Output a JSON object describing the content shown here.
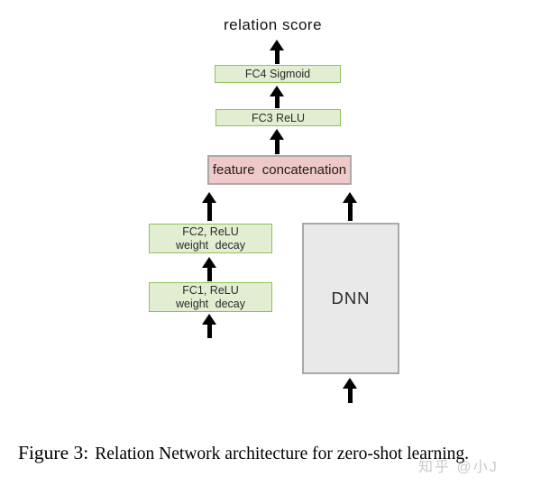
{
  "figure": {
    "output_label": "relation score",
    "boxes": {
      "fc4": {
        "label": "FC4 Sigmoid"
      },
      "fc3": {
        "label": "FC3 ReLU"
      },
      "concat": {
        "label": "feature concatenation"
      },
      "fc2": {
        "line1": "FC2, ReLU",
        "line2": "weight decay"
      },
      "fc1": {
        "line1": "FC1, ReLU",
        "line2": "weight decay"
      },
      "dnn": {
        "label": "DNN"
      }
    },
    "colors": {
      "green_box_fill": "#e2eed2",
      "green_box_border": "#8fc05c",
      "pink_box_fill": "#efc9c8",
      "gray_box_fill": "#e9e9e9",
      "gray_border": "#a9a9a9",
      "arrow": "#000000"
    }
  },
  "caption": {
    "prefix": "Figure 3:",
    "body": "Relation Network architecture for zero-shot learning."
  },
  "watermark": {
    "text": "知乎 @小J"
  }
}
